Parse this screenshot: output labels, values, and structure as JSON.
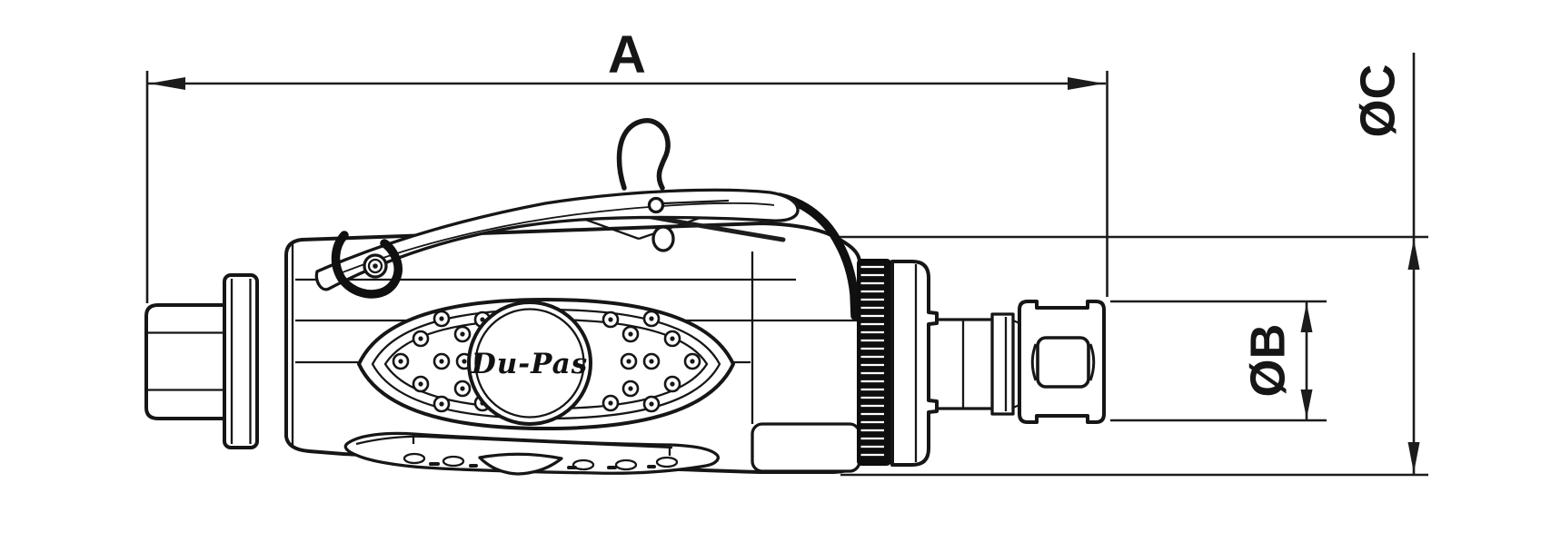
{
  "drawing": {
    "background_color": "#ffffff",
    "line_color": "#1a1a1a",
    "labels": {
      "length": "A",
      "outer_diameter": "ØC",
      "collet_diameter": "ØB"
    },
    "brand": "Du-Pas"
  }
}
